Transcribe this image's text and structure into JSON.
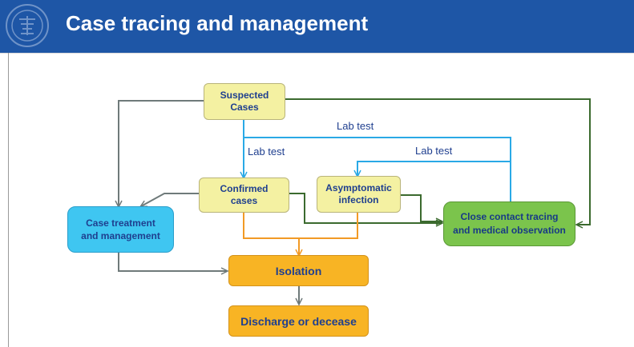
{
  "header": {
    "title": "Case tracing and management"
  },
  "colors": {
    "header_bg": "#1e56a6",
    "node_yellow": "#f4f1a2",
    "node_blue": "#3fc6f1",
    "node_green": "#7bc44c",
    "node_orange": "#f8b424",
    "arrow_gray": "#6f7a7a",
    "arrow_blue": "#2aa9e6",
    "arrow_green": "#3b6a2e",
    "arrow_orange": "#f29a25"
  },
  "nodes": {
    "suspected": {
      "line1": "Suspected",
      "line2": "Cases"
    },
    "confirmed": {
      "line1": "Confirmed",
      "line2": "cases"
    },
    "asymptomatic": {
      "line1": "Asymptomatic",
      "line2": "infection"
    },
    "treatment": {
      "line1": "Case treatment",
      "line2": "and management"
    },
    "close_contact": {
      "line1": "Close contact tracing",
      "line2": "and medical observation"
    },
    "isolation": {
      "label": "Isolation"
    },
    "discharge": {
      "label": "Discharge or decease"
    }
  },
  "edge_labels": {
    "lab_test_suspected_to_confirmed": "Lab test",
    "lab_test_close_to_confirmed": "Lab test",
    "lab_test_close_to_asymptomatic": "Lab test"
  }
}
